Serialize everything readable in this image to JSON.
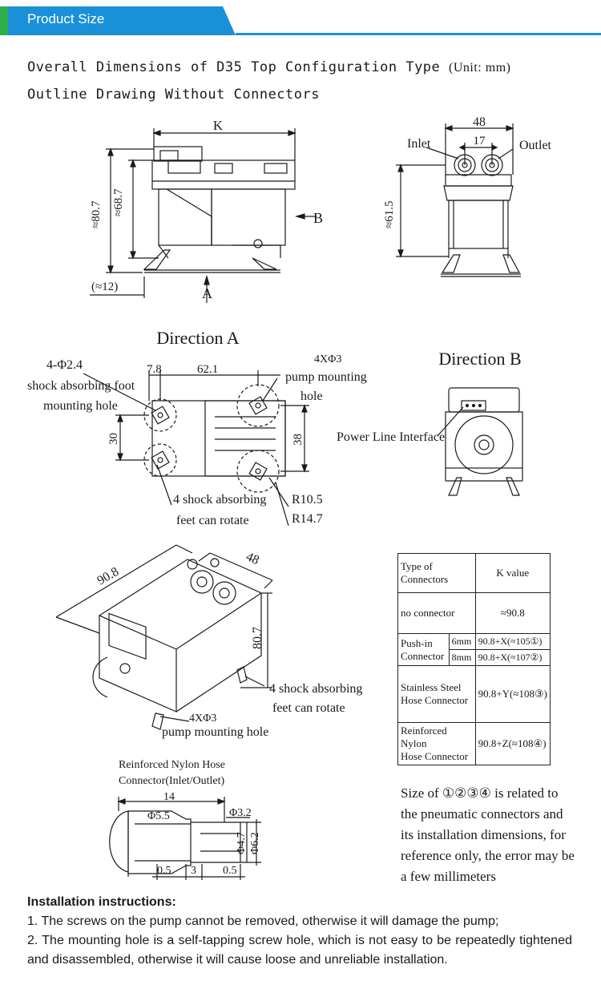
{
  "banner": {
    "title": "Product Size"
  },
  "heading": {
    "line1": "Overall Dimensions of D35 Top Configuration Type",
    "unit": "(Unit: mm)",
    "line2": "Outline Drawing Without Connectors"
  },
  "front_view": {
    "k": "K",
    "h1": "≈80.7",
    "h2": "≈68.7",
    "foot": "(≈12)",
    "arrow_a": "A",
    "arrow_b": "B"
  },
  "side_view": {
    "w": "48",
    "gap": "17",
    "inlet": "Inlet",
    "outlet": "Outlet",
    "h": "≈61.5"
  },
  "direction_a": {
    "title": "Direction A",
    "foot_hole_spec": "4-Φ2.4",
    "foot_hole_label1": "shock absorbing foot",
    "foot_hole_label2": "mounting hole",
    "dim_78": "7.8",
    "dim_621": "62.1",
    "pump_hole_spec": "4XΦ3",
    "pump_hole_label1": "pump mounting",
    "pump_hole_label2": "hole",
    "dim_30": "30",
    "dim_38": "38",
    "r1": "R10.5",
    "r2": "R14.7",
    "feet1": "4 shock absorbing",
    "feet2": "feet can rotate"
  },
  "direction_b": {
    "title": "Direction B",
    "power": "Power Line Interface"
  },
  "iso_view": {
    "d908": "90.8",
    "d48": "48",
    "d807": "80.7",
    "feet1": "4 shock absorbing",
    "feet2": "feet can rotate",
    "holes_spec": "4XΦ3",
    "holes_label": "pump mounting hole"
  },
  "hose": {
    "title1": "Reinforced Nylon Hose",
    "title2": "Connector(Inlet/Outlet)",
    "d14": "14",
    "d55": "Φ5.5",
    "d32": "Φ3.2",
    "d47": "Φ4.7",
    "d62": "Φ6.2",
    "a": "0.5",
    "b": "3",
    "c": "0.5"
  },
  "table": {
    "h_type1": "Type of",
    "h_type2": "Connectors",
    "h_k": "K value",
    "r1_type": "no connector",
    "r1_k": "≈90.8",
    "r2_type1": "Push-in",
    "r2_type2": "Connector",
    "r2_a_size": "6mm",
    "r2_a_k": "90.8+X(≈105①)",
    "r2_b_size": "8mm",
    "r2_b_k": "90.8+X(≈107②)",
    "r3_type1": "Stainless Steel",
    "r3_type2": "Hose Connector",
    "r3_k": "90.8+Y(≈108③)",
    "r4_type1": "Reinforced Nylon",
    "r4_type2": "Hose Connector",
    "r4_k": "90.8+Z(≈108④)"
  },
  "note": {
    "l1": "Size of ①②③④ is related to",
    "l2": "the pneumatic connectors and",
    "l3": "its installation dimensions, for",
    "l4": "reference only, the error may be",
    "l5": "a few millimeters"
  },
  "instructions": {
    "title": "Installation instructions:",
    "i1": "1. The screws on the pump cannot be removed, otherwise it will damage the pump;",
    "i2": "2. The mounting hole is a self-tapping screw hole, which is not easy to be repeatedly tightened and disassembled, otherwise it will cause loose and unreliable installation."
  }
}
